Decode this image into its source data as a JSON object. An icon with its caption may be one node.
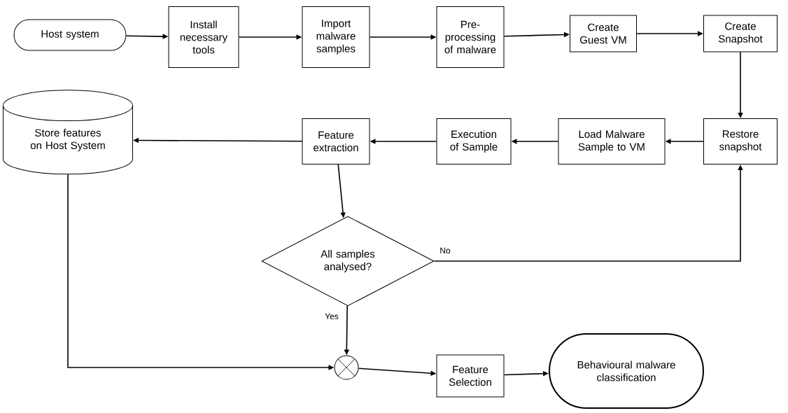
{
  "diagram": {
    "nodes": [
      {
        "text": [
          "Host system"
        ]
      },
      {
        "text": [
          "Install necessary tools"
        ]
      },
      {
        "text": [
          "Import malware samples"
        ]
      },
      {
        "text": [
          "Pre-processing of malware"
        ]
      },
      {
        "text": [
          "Create Guest VM"
        ]
      },
      {
        "text": [
          "Create Snapshot"
        ]
      },
      {
        "text": [
          "Restore snapshot"
        ]
      },
      {
        "text": [
          "Load Malware Sample to VM"
        ]
      },
      {
        "text": [
          "Execution of Sample"
        ]
      },
      {
        "text": [
          "Feature extraction"
        ]
      },
      {
        "text": [
          "Store features on Host System"
        ]
      },
      {
        "text": [
          "All samples analysed?"
        ]
      },
      {
        "text": [],
        "shape": "circle"
      },
      {
        "text": [
          "Feature Selection"
        ]
      },
      {
        "text": [
          "Behavioural malware classification"
        ]
      }
    ],
    "edges": [
      {
        "from": 0,
        "to": 1,
        "arrow": "to"
      },
      {
        "from": 1,
        "to": 2,
        "arrow": "to"
      },
      {
        "from": 2,
        "to": 3,
        "arrow": "to"
      },
      {
        "from": 3,
        "to": 4,
        "arrow": "to"
      },
      {
        "from": 4,
        "to": 5,
        "arrow": "to"
      },
      {
        "from": 5,
        "to": 6,
        "arrow": "to"
      },
      {
        "from": 6,
        "to": 7,
        "arrow": "to"
      },
      {
        "from": 7,
        "to": 8,
        "arrow": "to"
      },
      {
        "from": 8,
        "to": 9,
        "arrow": "to"
      },
      {
        "from": 9,
        "to": 10,
        "arrow": "to"
      },
      {
        "from": 9,
        "to": 11,
        "arrow": "to"
      },
      {
        "from": 11,
        "to": 6,
        "arrow": "to",
        "label": "No"
      },
      {
        "from": 11,
        "to": 12,
        "arrow": "to",
        "label": "Yes"
      },
      {
        "from": 10,
        "to": 12,
        "arrow": "to"
      },
      {
        "from": 12,
        "to": 13,
        "arrow": "to"
      },
      {
        "from": 13,
        "to": 14,
        "arrow": "to"
      }
    ]
  }
}
